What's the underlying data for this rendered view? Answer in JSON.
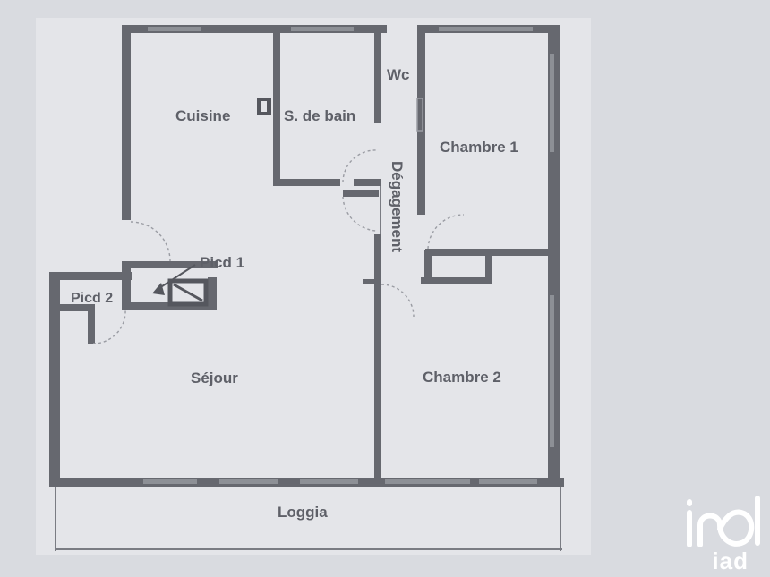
{
  "rooms": {
    "cuisine": "Cuisine",
    "sdb": "S. de bain",
    "wc": "Wc",
    "chambre1": "Chambre 1",
    "degagement": "Dégagement",
    "placard1": "Picd 1",
    "placard2": "Picd 2",
    "sejour": "Séjour",
    "chambre2": "Chambre 2",
    "loggia": "Loggia"
  },
  "logo": {
    "name": "iad",
    "icon": "iad-logo-icon"
  },
  "colors": {
    "paper": "#d9dbe0",
    "wall": "#66686f",
    "text": "#5e6068",
    "logo": "#ffffff"
  }
}
